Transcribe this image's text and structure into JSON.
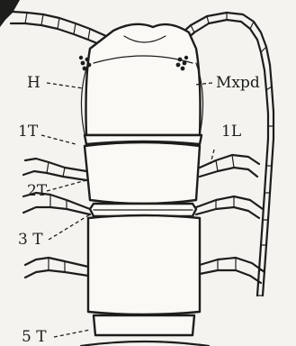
{
  "labels": {
    "head": "H",
    "maxillipede": "Mxpd",
    "tergite_1": "1T",
    "leg_1": "1L",
    "tergite_2": "2T",
    "tergite_3": "3 T",
    "tergite_5": "5 T"
  },
  "colors": {
    "ink": "#1d1d1b",
    "paper": "#f4f3ef"
  }
}
